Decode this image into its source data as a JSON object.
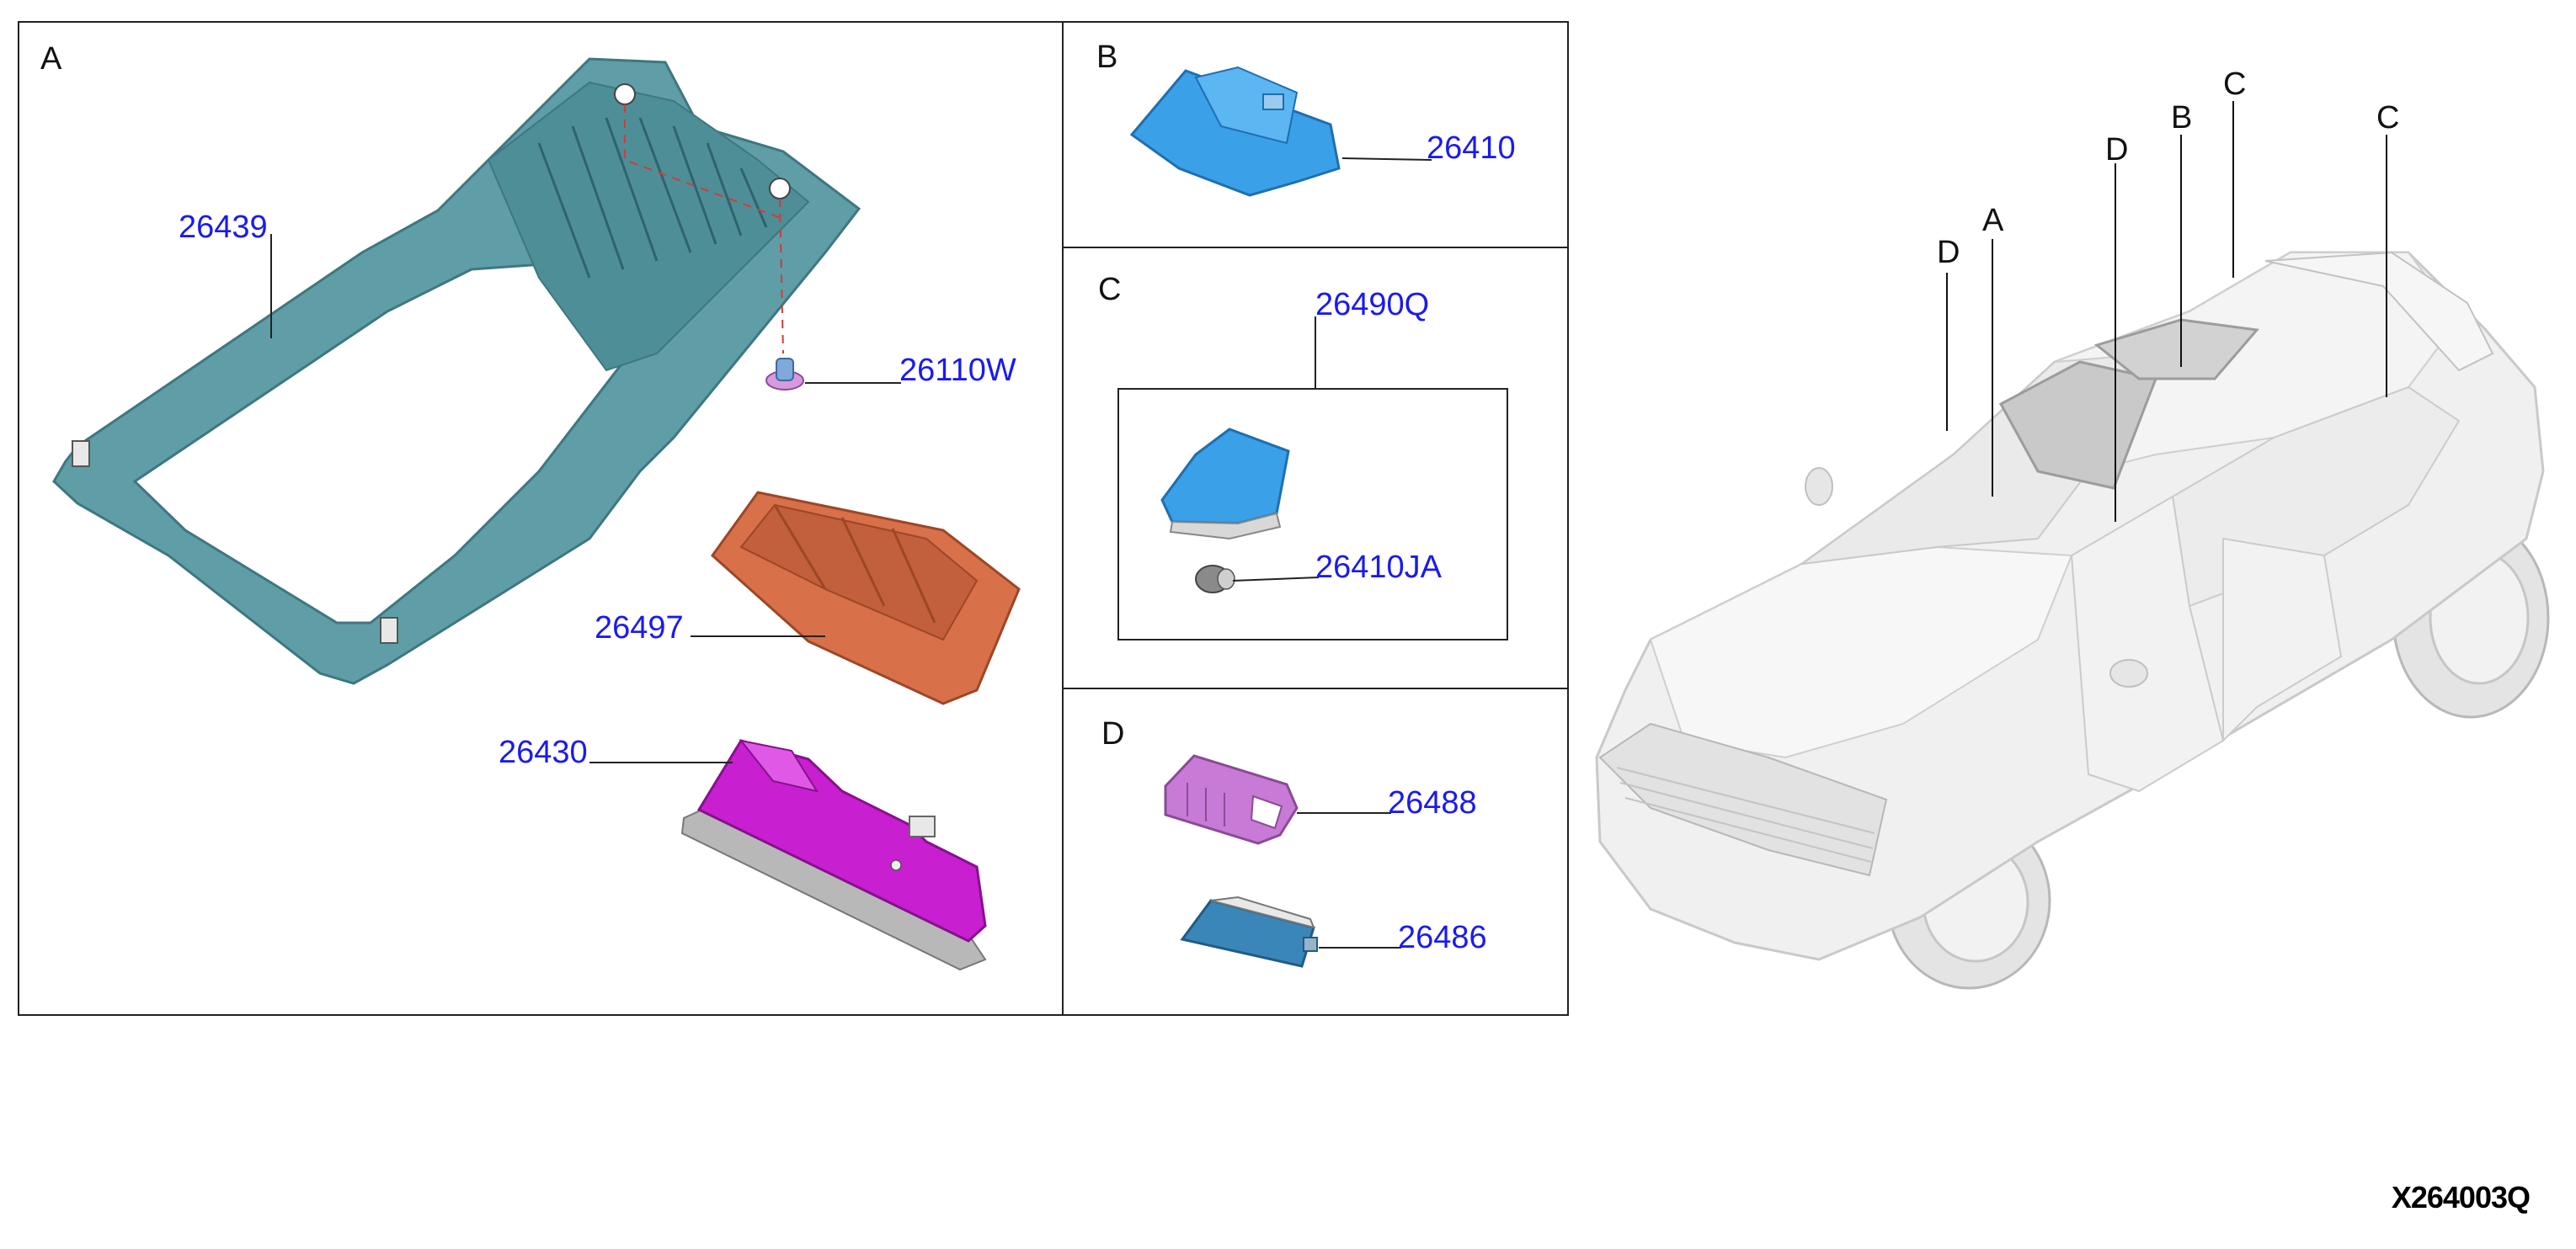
{
  "diagram_code": "X264003Q",
  "panels": {
    "A": {
      "letter": "A",
      "parts": {
        "p26439": "26439",
        "p26110W": "26110W",
        "p26497": "26497",
        "p26430": "26430"
      }
    },
    "B": {
      "letter": "B",
      "parts": {
        "p26410": "26410"
      }
    },
    "C": {
      "letter": "C",
      "parts": {
        "p26490Q": "26490Q",
        "p26410JA": "26410JA"
      }
    },
    "D": {
      "letter": "D",
      "parts": {
        "p26488": "26488",
        "p26486": "26486"
      }
    }
  },
  "vehicle_labels": {
    "d_left": "D",
    "a": "A",
    "d_mid": "D",
    "b": "B",
    "c_top": "C",
    "c_right": "C"
  },
  "colors": {
    "frame_teal": "#5f9ea6",
    "frame_teal_dark": "#437f88",
    "lamp_blue": "#3aa0e8",
    "housing_orange": "#d8704a",
    "lamp_magenta": "#c81fd0",
    "clip_violet": "#c77ad6",
    "callout_blue": "#1a1aee"
  }
}
